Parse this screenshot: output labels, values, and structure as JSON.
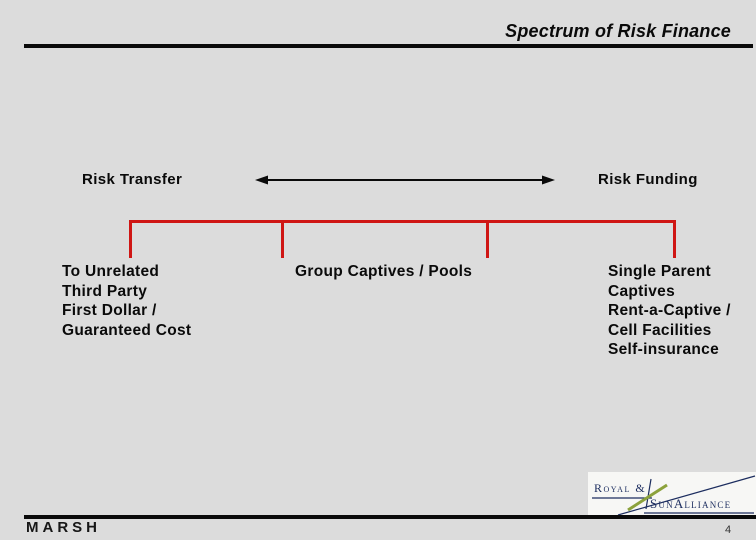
{
  "slide": {
    "title": "Spectrum of Risk Finance",
    "page_number": "4"
  },
  "spectrum": {
    "left_label": "Risk Transfer",
    "right_label": "Risk Funding"
  },
  "columns": [
    {
      "lines": [
        "To Unrelated",
        "Third Party",
        "First Dollar /",
        "Guaranteed Cost"
      ]
    },
    {
      "lines": [
        "Group Captives / Pools"
      ]
    },
    {
      "lines": [
        "Single Parent",
        "Captives",
        "Rent-a-Captive /",
        "Cell Facilities",
        "Self-insurance"
      ]
    }
  ],
  "footer": {
    "marsh_logo_text": "MARSH",
    "rsa_logo": {
      "line1": "Royal &",
      "line2": "SunAlliance"
    }
  },
  "colors": {
    "background": "#dcdcdc",
    "line_black": "#0a0a0a",
    "bracket_red": "#cf1614",
    "logo_navy": "#1c2d5f",
    "logo_green": "#8ca23c",
    "logo_box_bg": "#f7f7f5"
  }
}
